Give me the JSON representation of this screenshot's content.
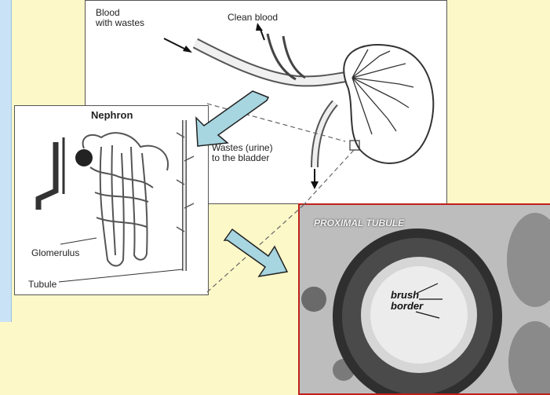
{
  "kidney": {
    "blood_line1": "Blood",
    "blood_line2": "with wastes",
    "clean_blood": "Clean blood",
    "wastes_line1": "Wastes (urine)",
    "wastes_line2": "to the bladder"
  },
  "nephron": {
    "title": "Nephron",
    "glomerulus": "Glomerulus",
    "tubule": "Tubule"
  },
  "micrograph": {
    "title": "PROXIMAL TUBULE",
    "brush_line1": "brush",
    "brush_line2": "border"
  },
  "colors": {
    "background": "#fdf8c8",
    "arrow_fill": "#a7d5e0",
    "micrograph_border": "#c0201a",
    "left_strip": "#c9e2f5"
  }
}
